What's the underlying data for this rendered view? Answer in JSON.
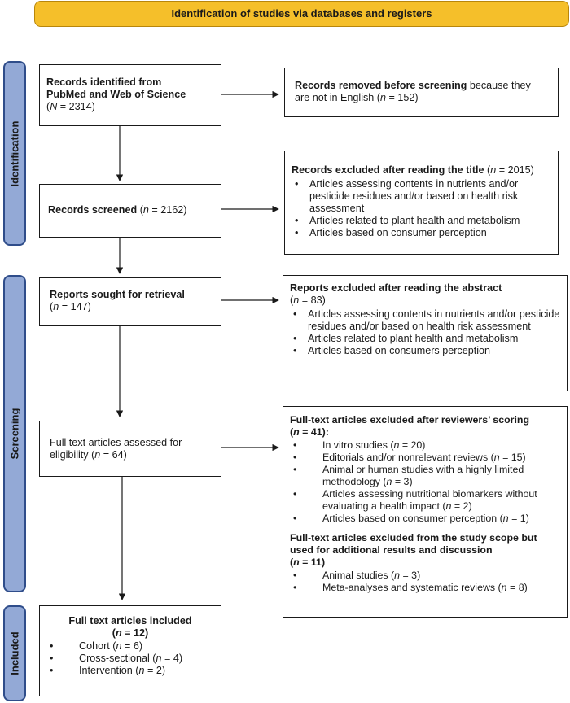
{
  "banner": "Identification of studies via databases and registers",
  "phases": {
    "identification": "Identification",
    "screening": "Screening",
    "included": "Included"
  },
  "records_identified": {
    "line1": "Records identified from",
    "line2": "PubMed and Web of Science",
    "open": "(",
    "n_sym": "N",
    "value": " = 2314)"
  },
  "records_removed": {
    "bold": "Records removed before screening",
    "rest1": " because they",
    "rest2": "are not in English (",
    "n_sym": "n",
    "value": " = 152)"
  },
  "records_screened": {
    "bold": "Records screened",
    "open": " (",
    "n_sym": "n",
    "value": " = 2162)"
  },
  "records_excluded_title": {
    "bold": "Records excluded after reading the title",
    "open": " (",
    "n_sym": "n",
    "value": " = 2015)",
    "items": [
      "Articles assessing contents in nutrients and/or pesticide residues and/or based on health risk assessment",
      "Articles related to plant health and metabolism",
      "Articles based on consumer perception"
    ]
  },
  "reports_sought": {
    "bold": "Reports sought for retrieval",
    "open": "(",
    "n_sym": "n",
    "value": " = 147)"
  },
  "reports_excluded_abstract": {
    "bold": "Reports excluded after reading the abstract",
    "open": "(",
    "n_sym": "n",
    "value": " = 83)",
    "items": [
      "Articles assessing contents in nutrients and/or pesticide residues and/or based on health risk assessment",
      "Articles related to plant health and metabolism",
      "Articles based on consumers perception"
    ]
  },
  "fulltext_assessed": {
    "line1": "Full text articles assessed for",
    "line2": "eligibility (",
    "n_sym": "n",
    "value": " = 64)"
  },
  "fulltext_excluded": {
    "heading": "Full-text articles excluded after reviewers’ scoring",
    "open": "(",
    "n_sym": "n",
    "value": " = 41):",
    "items": [
      {
        "pre": "In vitro studies (",
        "n": "n",
        "post": " = 20)"
      },
      {
        "pre": "Editorials and/or nonrelevant reviews (",
        "n": "n",
        "post": " = 15)"
      },
      {
        "pre": "Animal or human studies with a highly limited methodology (",
        "n": "n",
        "post": " = 3)"
      },
      {
        "pre": "Articles assessing nutritional biomarkers without evaluating a health impact (",
        "n": "n",
        "post": " = 2)"
      },
      {
        "pre": "Articles based on consumer perception (",
        "n": "n",
        "post": " = 1)"
      }
    ],
    "heading2": "Full-text articles excluded from the study scope but used for additional results and discussion",
    "open2": "(",
    "n_sym2": "n",
    "value2": " = 11)",
    "items2": [
      {
        "pre": "Animal studies (",
        "n": "n",
        "post": " = 3)"
      },
      {
        "pre": "Meta-analyses and systematic reviews (",
        "n": "n",
        "post": " = 8)"
      }
    ]
  },
  "included": {
    "line1": "Full text articles included",
    "open": "(",
    "n_sym": "n",
    "value": " = 12)",
    "items": [
      {
        "pre": "Cohort (",
        "n": "n",
        "post": " = 6)"
      },
      {
        "pre": "Cross-sectional (",
        "n": "n",
        "post": " = 4)"
      },
      {
        "pre": "Intervention (",
        "n": "n",
        "post": " = 2)"
      }
    ]
  }
}
